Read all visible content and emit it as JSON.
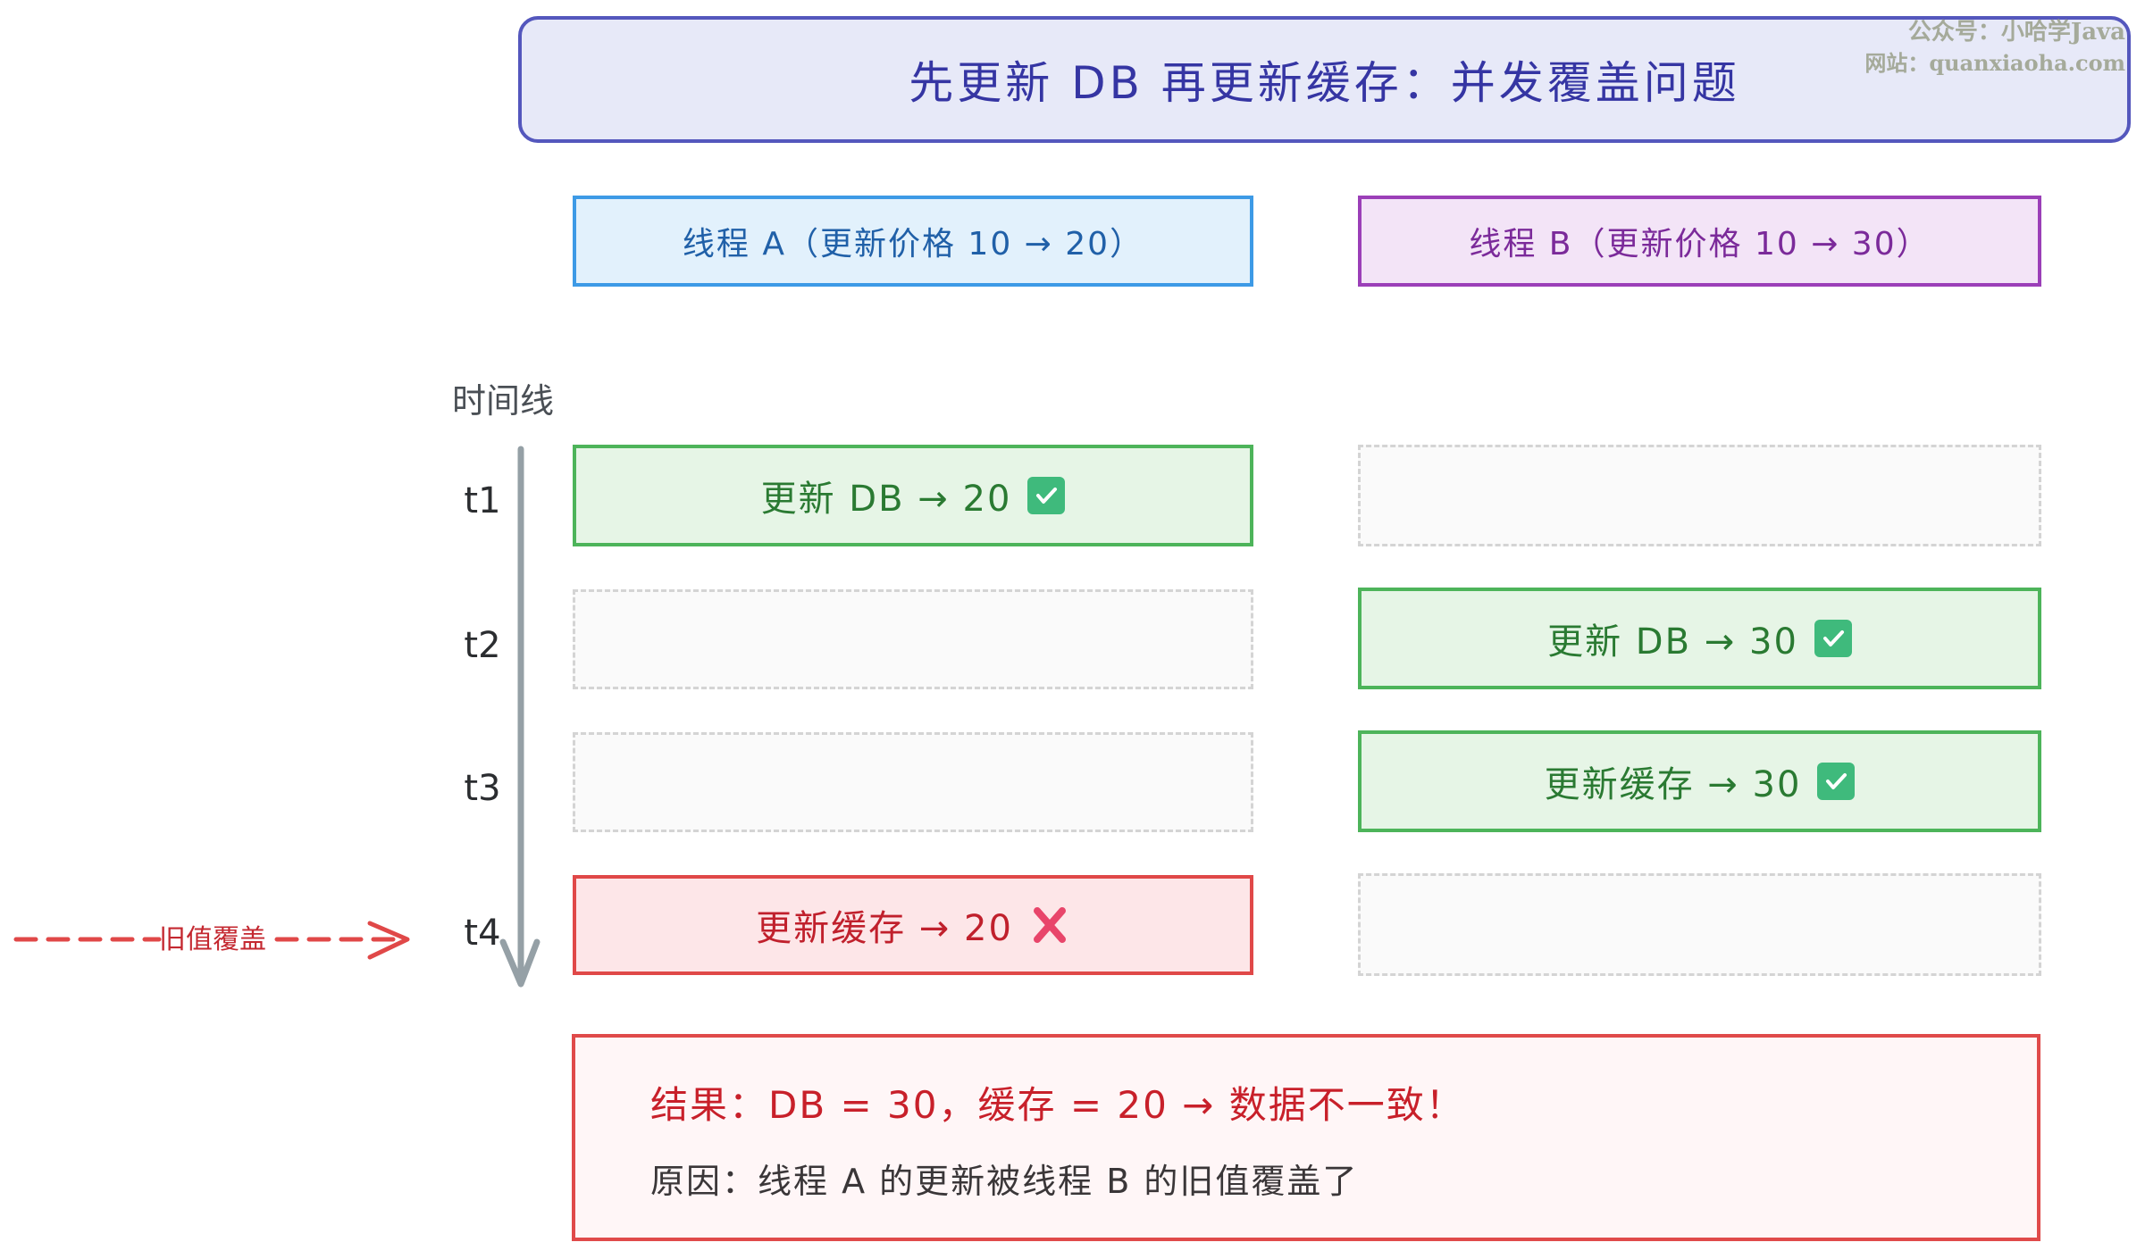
{
  "title": {
    "text": "先更新 DB 再更新缓存：并发覆盖问题",
    "color": "#3535a3",
    "border_color": "#5457bd",
    "background": "#e7e9f8"
  },
  "watermark": {
    "line1": "公众号：小哈学Java",
    "line2": "网站：quanxiaoha.com"
  },
  "threads": [
    {
      "label": "线程 A（更新价格 10 → 20）",
      "color": "#3d9ae6",
      "background": "#e2f1fc"
    },
    {
      "label": "线程 B（更新价格 10 → 30）",
      "color": "#9b3fb8",
      "background": "#f3e4f7"
    }
  ],
  "timeline": {
    "label": "时间线",
    "ticks": [
      "t1",
      "t2",
      "t3",
      "t4"
    ],
    "arrow_icon": "down-arrow-icon"
  },
  "rows": [
    {
      "tick": "t1",
      "thread_a": {
        "status": "success",
        "text": "更新 DB → 20",
        "icon": "check-icon"
      },
      "thread_b": {
        "status": "empty"
      }
    },
    {
      "tick": "t2",
      "thread_a": {
        "status": "empty"
      },
      "thread_b": {
        "status": "success",
        "text": "更新 DB → 30",
        "icon": "check-icon"
      }
    },
    {
      "tick": "t3",
      "thread_a": {
        "status": "empty"
      },
      "thread_b": {
        "status": "success",
        "text": "更新缓存 → 30",
        "icon": "check-icon"
      }
    },
    {
      "tick": "t4",
      "thread_a": {
        "status": "error",
        "text": "更新缓存 → 20",
        "icon": "cross-icon"
      },
      "thread_b": {
        "status": "empty"
      }
    }
  ],
  "annotation": {
    "text": "旧值覆盖",
    "color": "#e04848",
    "target_tick": "t4"
  },
  "result": {
    "line1": "结果：DB = 30，缓存 = 20 → 数据不一致！",
    "line2": "原因：线程 A 的更新被线程 B 的旧值覆盖了",
    "border_color": "#e04a4a"
  },
  "colors": {
    "success_border": "#4db45a",
    "success_bg": "#e6f5e6",
    "error_border": "#e04848",
    "error_bg": "#fde6e8",
    "empty_border": "#d4d4d4",
    "timeline": "#95a0a6"
  }
}
